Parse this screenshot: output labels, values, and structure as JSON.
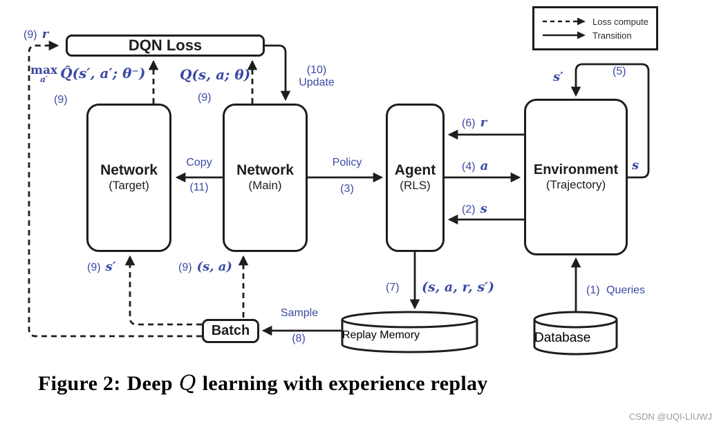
{
  "legend": {
    "items": [
      {
        "style": "dashed",
        "label": "Loss compute"
      },
      {
        "style": "solid",
        "label": "Transition"
      }
    ]
  },
  "nodes": {
    "dqn_loss": {
      "title": "DQN Loss"
    },
    "network_target": {
      "title": "Network",
      "subtitle": "(Target)"
    },
    "network_main": {
      "title": "Network",
      "subtitle": "(Main)"
    },
    "agent": {
      "title": "Agent",
      "subtitle": "(RLS)"
    },
    "environment": {
      "title": "Environment",
      "subtitle": "(Trajectory)"
    },
    "batch": {
      "title": "Batch"
    },
    "replay_memory": {
      "title": "Replay Memory"
    },
    "database": {
      "title": "Database"
    }
  },
  "labels": {
    "r9": {
      "num": "(9)",
      "sym": "r"
    },
    "max_term": {
      "op": "max",
      "sub": "a′",
      "expr": "Q̂(s′, a′; θ⁻)",
      "num": "(9)"
    },
    "q_term": {
      "expr": "Q(s, a; θ)",
      "num": "(9)"
    },
    "update": {
      "num": "(10)",
      "text": "Update"
    },
    "copy": {
      "text": "Copy",
      "num": "(11)"
    },
    "policy": {
      "text": "Policy",
      "num": "(3)"
    },
    "r6": {
      "num": "(6)",
      "sym": "r"
    },
    "a4": {
      "num": "(4)",
      "sym": "a"
    },
    "s2": {
      "num": "(2)",
      "sym": "s"
    },
    "loop5": {
      "in_sym": "s′",
      "num": "(5)",
      "out_sym": "s"
    },
    "sprime9": {
      "num": "(9)",
      "sym": "s′"
    },
    "sa9": {
      "num": "(9)",
      "sym": "(s, a)"
    },
    "sars7": {
      "num": "(7)",
      "sym": "(s, a, r, s′)"
    },
    "sample": {
      "text": "Sample",
      "num": "(8)"
    },
    "queries": {
      "num": "(1)",
      "text": "Queries"
    }
  },
  "caption": {
    "figure_label": "Figure 2:",
    "before": "Deep",
    "math_symbol": "Q",
    "after": "learning with experience replay"
  },
  "watermark": "CSDN @UQI-LIUWJ",
  "colors": {
    "accent_blue": "#3a49a4",
    "line_black": "#1d1d1d",
    "watermark_gray": "#9b9b9b"
  }
}
